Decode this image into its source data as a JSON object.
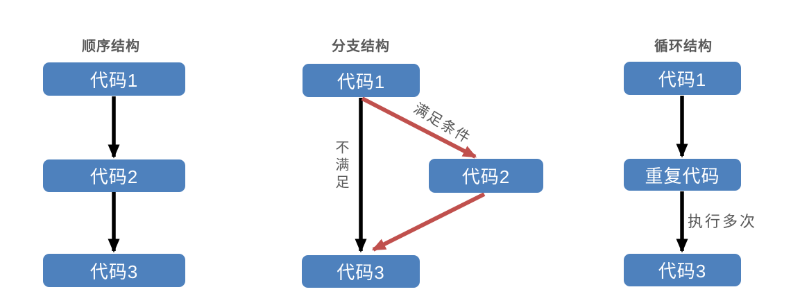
{
  "diagrams": {
    "sequential": {
      "title": "顺序结构",
      "box1": "代码1",
      "box2": "代码2",
      "box3": "代码3"
    },
    "branch": {
      "title": "分支结构",
      "box1": "代码1",
      "box2": "代码2",
      "box3": "代码3",
      "label_not_satisfied": "不满足",
      "label_satisfied": "满足条件"
    },
    "loop": {
      "title": "循环结构",
      "box1": "代码1",
      "box2": "重复代码",
      "box3": "代码3",
      "label_repeat": "执行多次"
    }
  },
  "colors": {
    "node_fill": "#4E81BD",
    "node_text": "#ffffff",
    "arrow_black": "#000000",
    "arrow_red": "#C0504D",
    "label_gray": "#595959",
    "title_gray": "#595959",
    "background": "#ffffff"
  }
}
